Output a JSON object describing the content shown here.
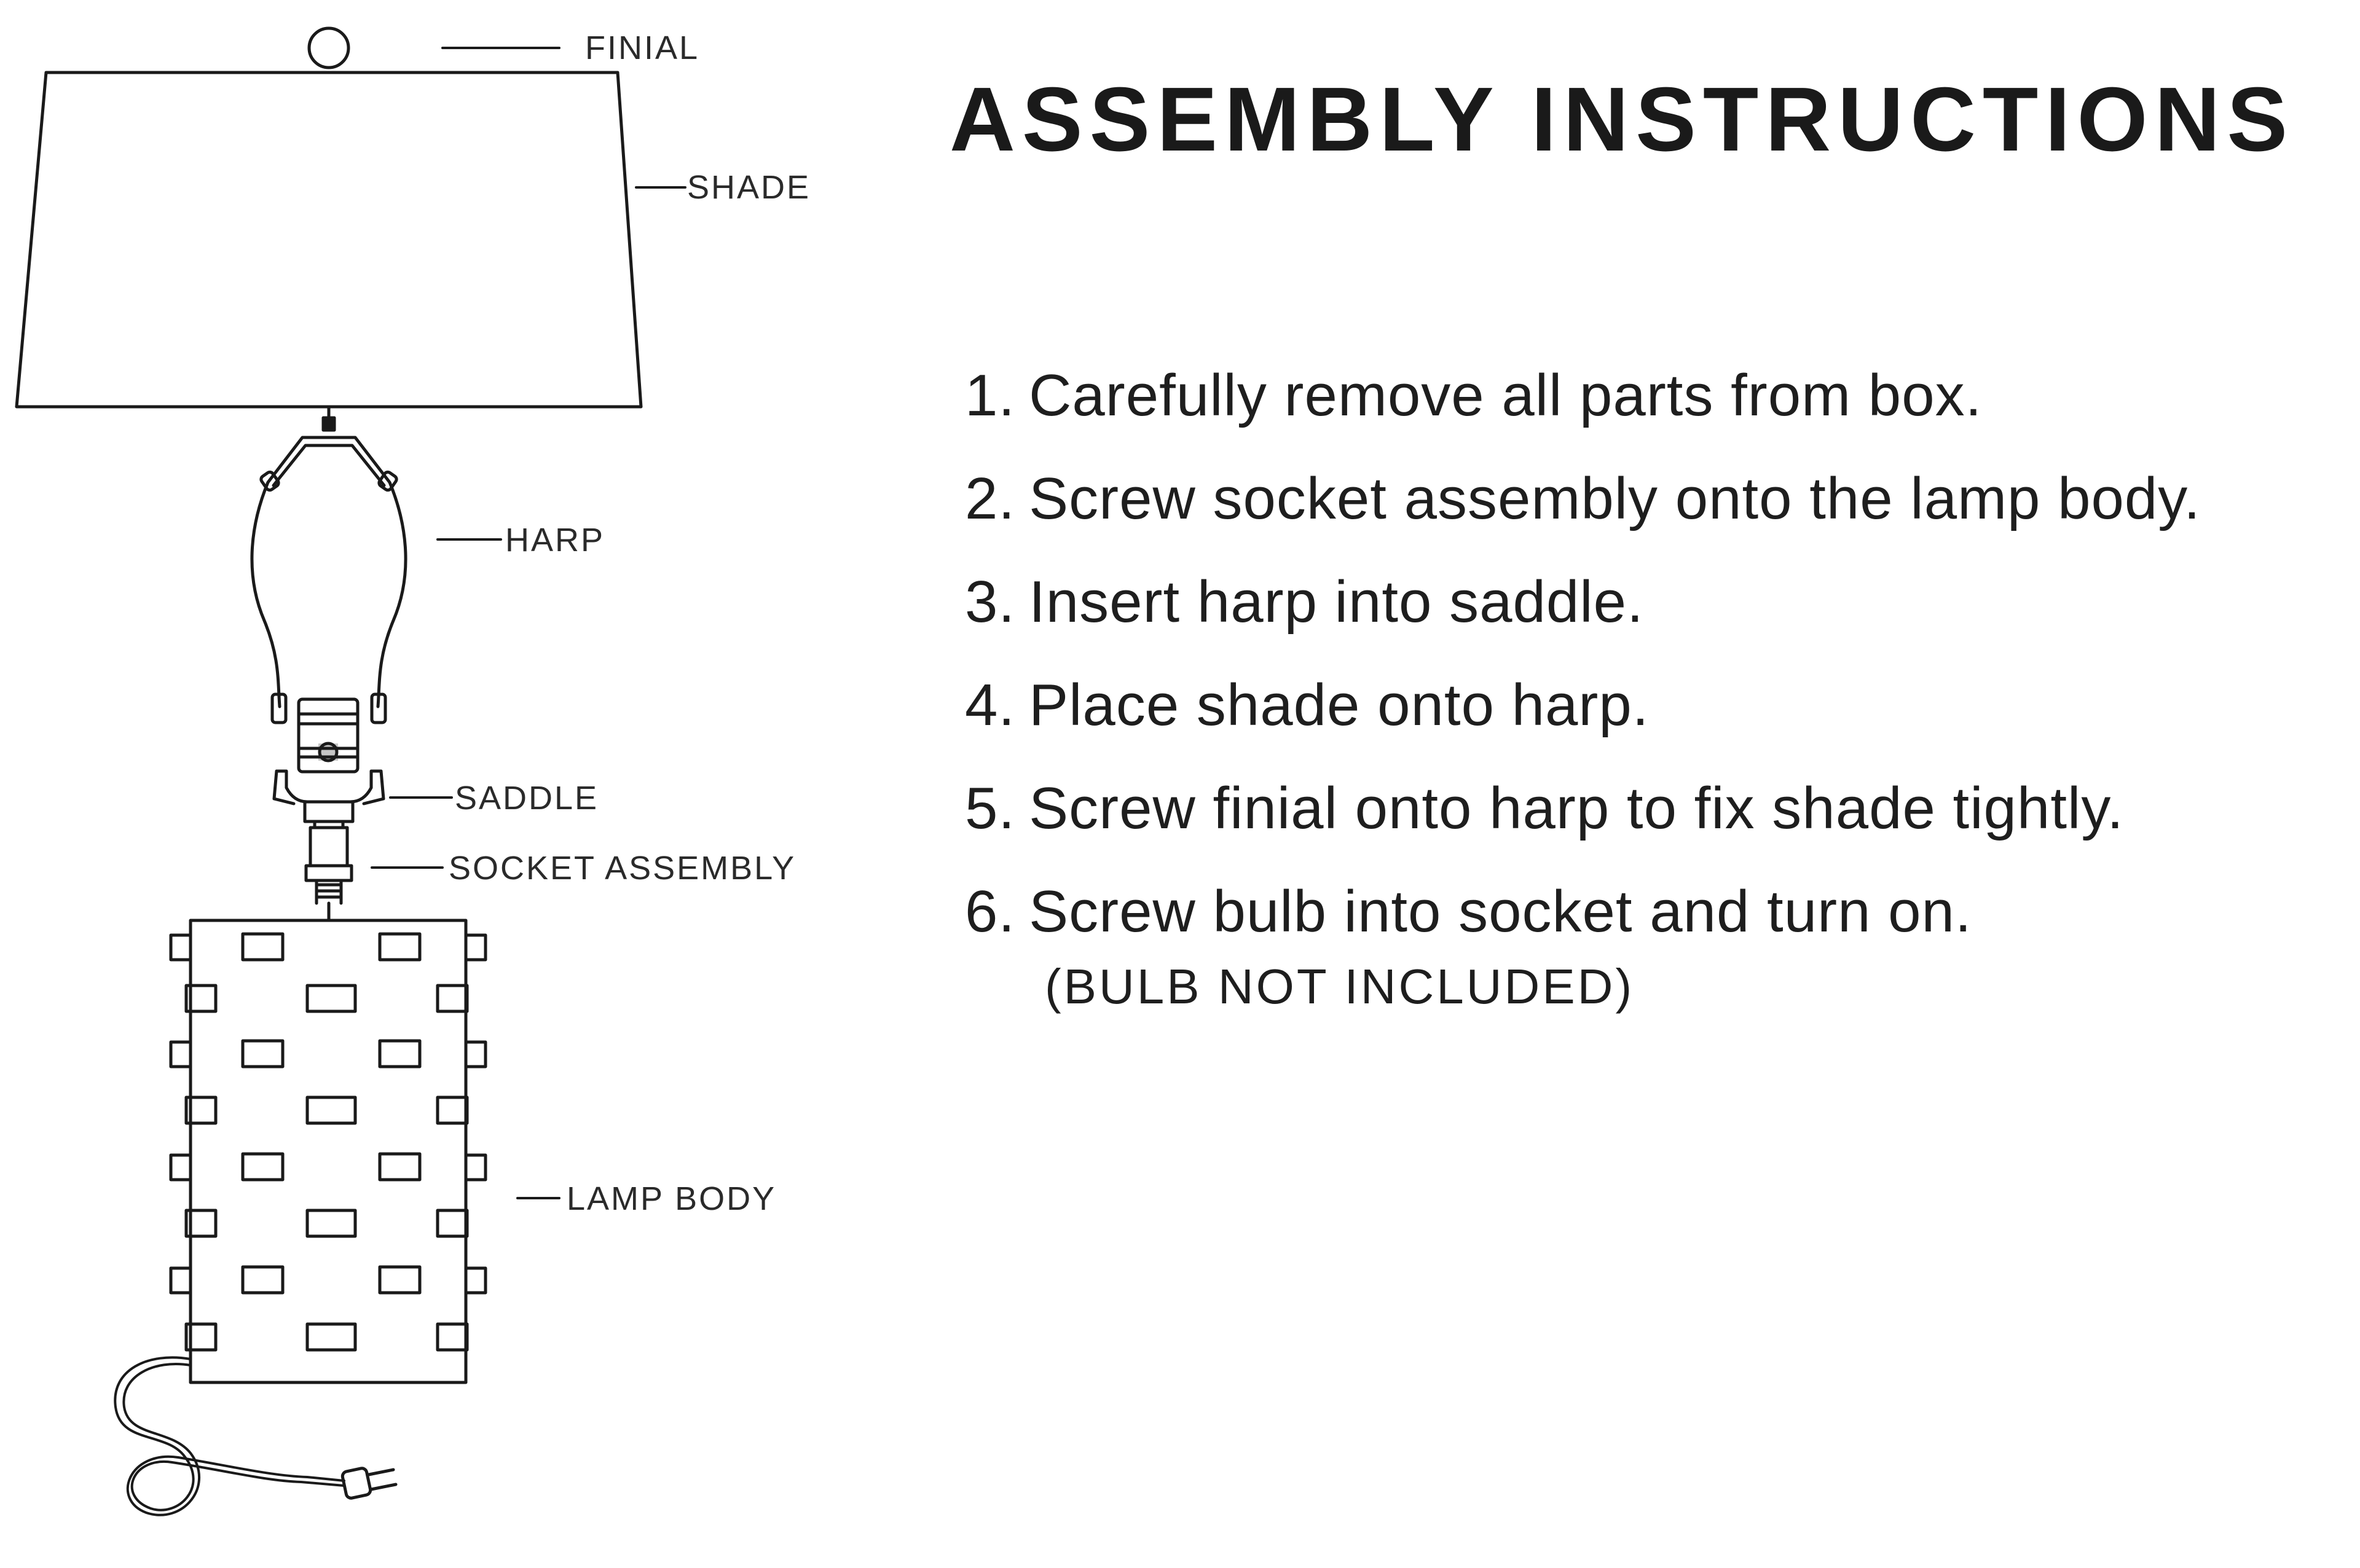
{
  "title": "ASSEMBLY INSTRUCTIONS",
  "labels": {
    "finial": "FINIAL",
    "shade": "SHADE",
    "harp": "HARP",
    "saddle": "SADDLE",
    "socket_assembly": "SOCKET ASSEMBLY",
    "lamp_body": "LAMP BODY"
  },
  "steps": [
    {
      "num": "1.",
      "text": "Carefully remove all parts from box."
    },
    {
      "num": "2.",
      "text": "Screw socket assembly onto the lamp body."
    },
    {
      "num": "3.",
      "text": "Insert harp into saddle."
    },
    {
      "num": "4.",
      "text": "Place shade onto harp."
    },
    {
      "num": "5.",
      "text": "Screw finial onto harp to fix shade tightly."
    },
    {
      "num": "6.",
      "text": "Screw bulb into socket and turn on."
    }
  ],
  "note": "(BULB NOT INCLUDED)",
  "colors": {
    "line": "#1a1a1a",
    "text": "#1e1e1e",
    "background": "#ffffff"
  }
}
